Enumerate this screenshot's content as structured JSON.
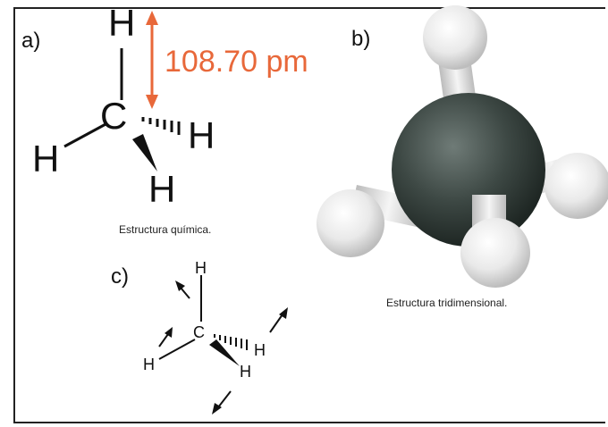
{
  "panels": {
    "a": {
      "label": "a)",
      "bond_length": "108.70 pm",
      "caption": "Estructura química.",
      "atoms": {
        "center": "C",
        "top": "H",
        "left": "H",
        "right": "H",
        "bottom": "H"
      }
    },
    "b": {
      "label": "b)",
      "caption": "Estructura tridimensional."
    },
    "c": {
      "label": "c)",
      "atoms": {
        "center": "C",
        "top": "H",
        "left": "H",
        "right": "H",
        "bottom": "H"
      }
    }
  },
  "colors": {
    "accent": "#e8683a",
    "carbon": "#3f4a46",
    "hydrogen": "#f2f2f2"
  }
}
